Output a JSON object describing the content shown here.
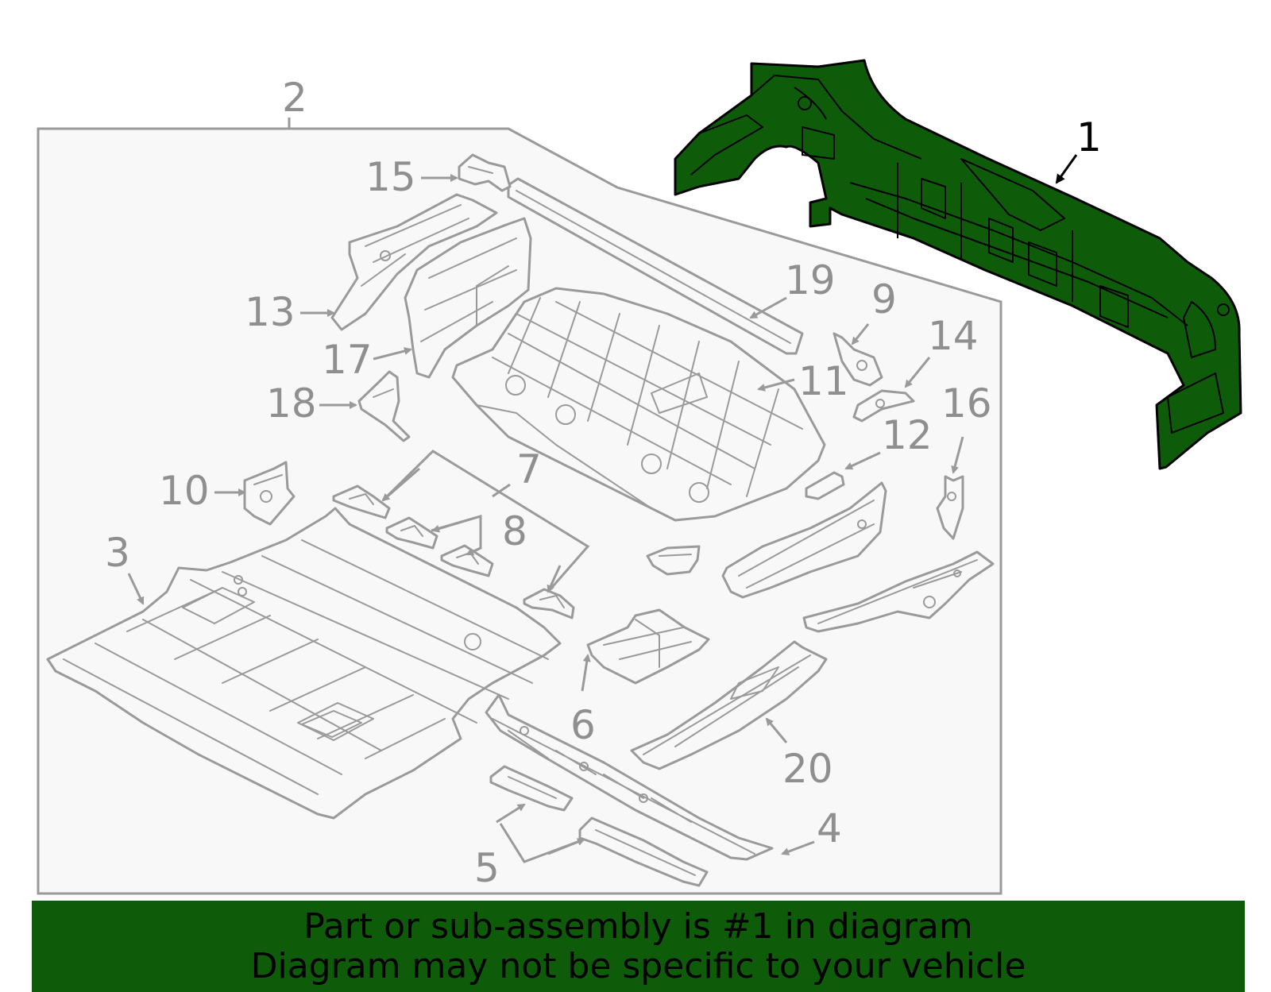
{
  "colors": {
    "highlight": "#0e5c0a",
    "banner": "#0e5c0a",
    "part_stroke": "#9a9a9a",
    "callout_text": "#8f8f8f"
  },
  "callouts": {
    "c1": "1",
    "c2": "2",
    "c3": "3",
    "c4": "4",
    "c5": "5",
    "c6": "6",
    "c7": "7",
    "c8": "8",
    "c9": "9",
    "c10": "10",
    "c11": "11",
    "c12": "12",
    "c13": "13",
    "c14": "14",
    "c15": "15",
    "c16": "16",
    "c17": "17",
    "c18": "18",
    "c19": "19",
    "c20": "20"
  },
  "banner": {
    "line1": "Part or sub-assembly is #1 in diagram",
    "line2": "Diagram may not be specific to your vehicle"
  }
}
